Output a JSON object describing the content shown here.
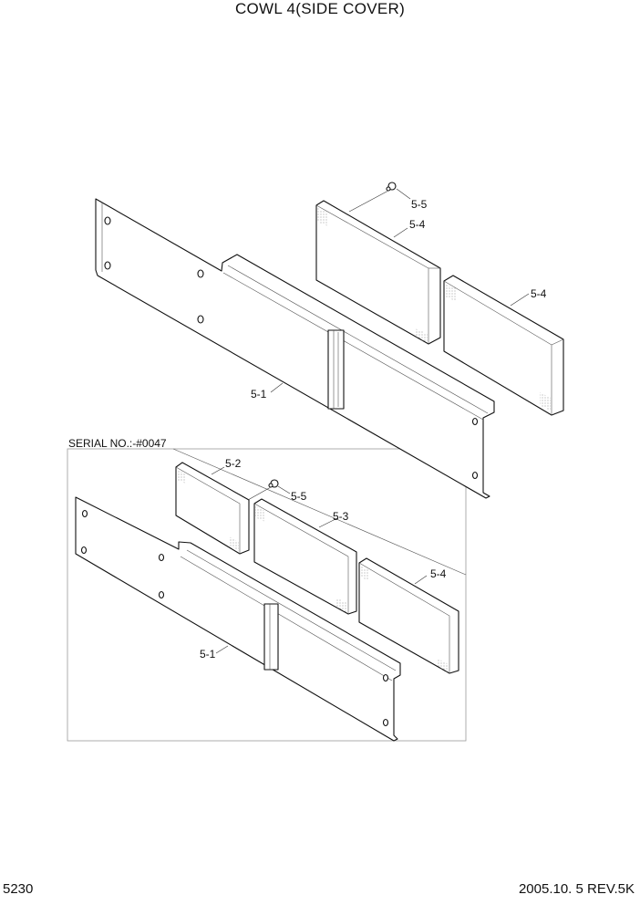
{
  "title": "COWL 4(SIDE COVER)",
  "page_number": "5230",
  "revision": "2005.10. 5  REV.5K",
  "serial_note": "SERIAL NO.:-#0047",
  "upper_assembly": {
    "labels": [
      "5-5",
      "5-4",
      "5-4",
      "5-1"
    ]
  },
  "lower_assembly": {
    "labels": [
      "5-2",
      "5-5",
      "5-3",
      "5-4",
      "5-1"
    ]
  }
}
